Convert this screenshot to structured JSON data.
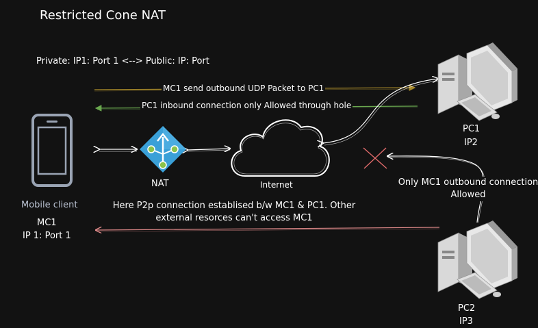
{
  "title": "Restricted Cone NAT",
  "mapping": "Private: IP1: Port 1 <--> Public: IP: Port",
  "arrows": {
    "udp_label": "MC1 send outbound UDP Packet to PC1",
    "inbound_label": "PC1 inbound connection only Allowed through hole",
    "p2p_label": "Here P2p connection establised b/w MC1 & PC1. Other external resorces can't access MC1",
    "only_label": "Only MC1 outbound connection Allowed"
  },
  "nodes": {
    "nat": {
      "label": "NAT"
    },
    "internet": {
      "label": "Internet"
    },
    "mobile": {
      "label": "Mobile client",
      "name": "MC1",
      "address": "IP 1: Port 1"
    },
    "pc1": {
      "name": "PC1",
      "address": "IP2"
    },
    "pc2": {
      "name": "PC2",
      "address": "IP3"
    }
  },
  "colors": {
    "background": "#121212",
    "udp_arrow": "#a88a2a",
    "inbound_arrow": "#6aa84f",
    "p2p_arrow": "#e08a8a",
    "blocked_cross": "#e06a6a",
    "nat_icon": "#3aa0d8",
    "nat_node": "#8bc34a",
    "mobile_icon": "#9aa4b4"
  },
  "icons": [
    "phone-icon",
    "nat-icon",
    "cloud-icon",
    "computer-icon",
    "cross-icon"
  ]
}
